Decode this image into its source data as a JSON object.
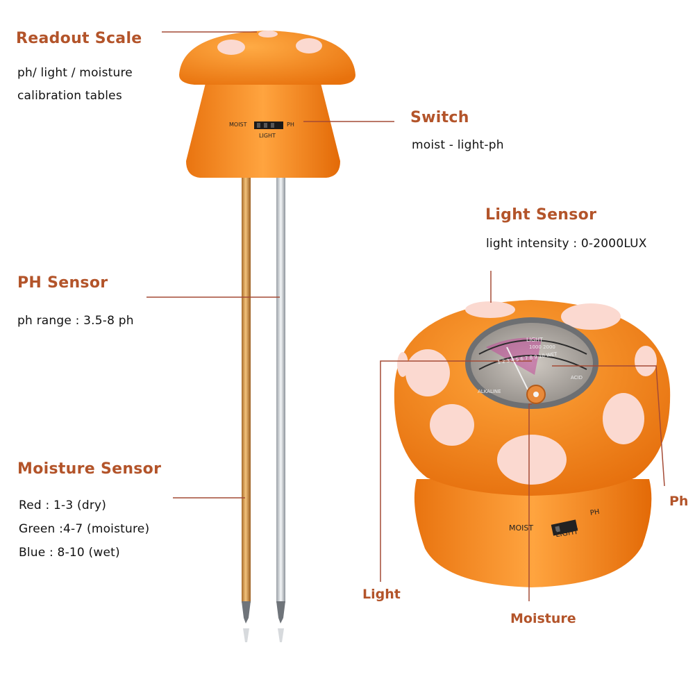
{
  "colors": {
    "accent": "#b3542a",
    "line": "#a44a35",
    "orange": "#f7891e",
    "orange_dark": "#d96a08",
    "spot": "#fbd9d0"
  },
  "labels": {
    "readout": {
      "title": "Readout  Scale",
      "lines": [
        "ph/ light / moisture",
        "calibration tables"
      ]
    },
    "switch": {
      "title": "Switch",
      "line": "moist - light-ph"
    },
    "light_sensor": {
      "title": "Light Sensor",
      "line": "light intensity : 0-2000LUX"
    },
    "ph_sensor": {
      "title": "PH Sensor",
      "line": "ph range : 3.5-8 ph"
    },
    "moisture_sensor": {
      "title": "Moisture Sensor",
      "lines": [
        "Red : 1-3 (dry)",
        "Green :4-7 (moisture)",
        "Blue : 8-10 (wet)"
      ]
    },
    "callouts": {
      "light": "Light",
      "moisture": "Moisture",
      "ph": "Ph"
    }
  },
  "device": {
    "switch_left": "MOIST",
    "switch_right": "PH",
    "switch_bottom": "LIGHT",
    "meter_light": "LIGHT",
    "meter_scale_top": "1000 2000",
    "meter_scale_mid": "1 2 3 4 5 6 7 8 9 10 WET",
    "meter_left": "ALKALINE",
    "meter_right": "ACID"
  }
}
